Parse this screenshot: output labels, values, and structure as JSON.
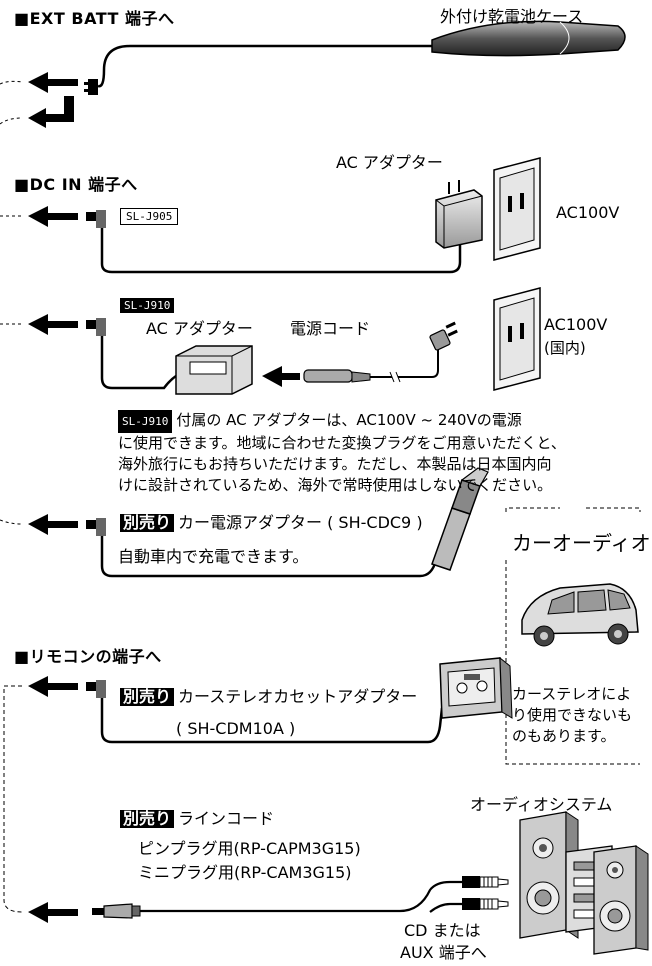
{
  "sections": {
    "ext_batt": {
      "heading": "■EXT BATT 端子へ",
      "battery_case_label": "外付け乾電池ケース"
    },
    "dc_in": {
      "heading": "■DC IN 端子へ",
      "ac_adapter_label": "AC アダプター",
      "ac_outlet_label": "AC100V",
      "cable_model": "SL-J905"
    },
    "travel_adapter": {
      "badge": "SL-J910",
      "ac_adapter_label": "AC アダプター",
      "power_cord_label": "電源コード",
      "ac_outlet_label": "AC100V",
      "ac_outlet_sublabel": "(国内)",
      "note_badge": "SL-J910",
      "note_lines": [
        "付属の AC アダプターは、AC100V ~ 240Vの電源",
        "に使用できます。地域に合わせた変換プラグをご用意いただくと、",
        "海外旅行にもお持ちいただけます。ただし、本製品は日本国内向",
        "けに設計されているため、海外で常時使用はしないでください。"
      ]
    },
    "car": {
      "badge": "別売り",
      "adapter_label": "カー電源アダプター ( SH-CDC9 )",
      "caption": "自動車内で充電できます。",
      "audio_title": "カーオーディオ"
    },
    "remote": {
      "heading": "■リモコンの端子へ",
      "badge": "別売り",
      "cassette_label": "カーステレオカセットアダプター",
      "cassette_model": "( SH-CDM10A )",
      "caution_lines": [
        "カーステレオによ",
        "り使用できないも",
        "のもあります。"
      ]
    },
    "line_cord": {
      "badge": "別売り",
      "title": "ラインコード",
      "pin_plug": "ピンプラグ用(RP-CAPM3G15)",
      "mini_plug": "ミニプラグ用(RP-CAM3G15)",
      "system_label": "オーディオシステム",
      "cd_label_1": "CD または",
      "cd_label_2": "AUX 端子へ"
    }
  }
}
